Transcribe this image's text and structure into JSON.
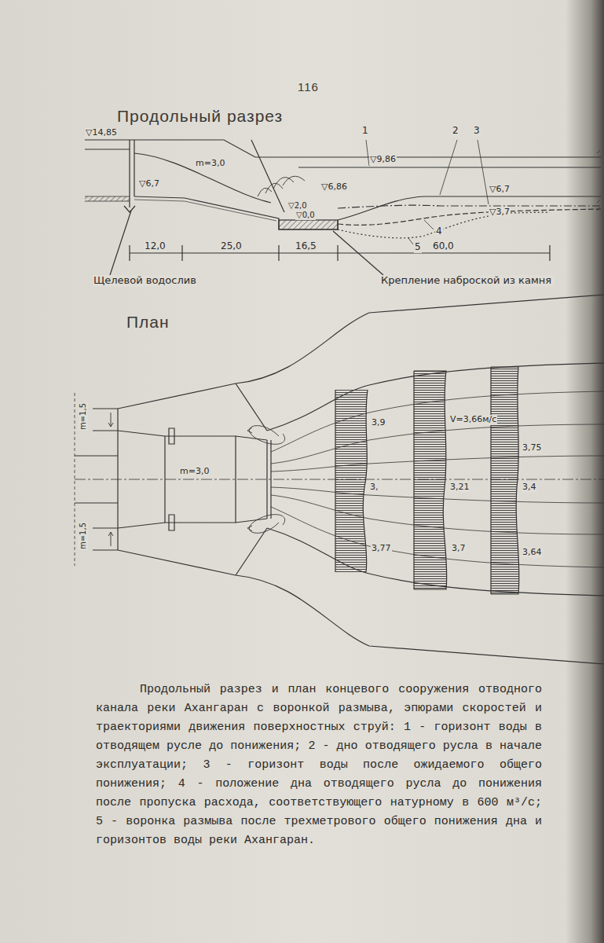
{
  "diagram": {
    "caption": "Продольный разрез и план концевого сооружения отводного канала реки Ахангаран с воронкой размыва, эпюрами скоростей и траекториями движения поверхностных струй: 1 - горизонт воды в отводящем русле до понижения; 2 - дно отводящего русла в начале эксплуатации; 3 - горизонт воды после ожидаемого общего понижения; 4 - положение дна отводящего русла до понижения после пропуска расхода, соответствующего натурному в 600 м³/с; 5 - воронка размыва после трехметрового общего понижения дна и горизонтов воды реки Ахангаран.",
    "labels": [
      "116",
      "Продольный разрез",
      "1",
      "2",
      "3",
      "▽14,85",
      "▽9,86",
      "▽6,7",
      "m=3,0",
      "▽6,86",
      "▽2,0",
      "▽0,0",
      "▽6,7",
      "▽3,7",
      "4",
      "5",
      "12,0",
      "25,0",
      "16,5",
      "60,0",
      "Щелевой водослив",
      "Крепление наброской из камня",
      "План",
      "m=1,5",
      "m=3,0",
      "m=1,5",
      "3,9",
      "3,",
      "3,77",
      "V=3,66м/с",
      "3,21",
      "3,7",
      "3,75",
      "3,4",
      "3,64"
    ]
  }
}
